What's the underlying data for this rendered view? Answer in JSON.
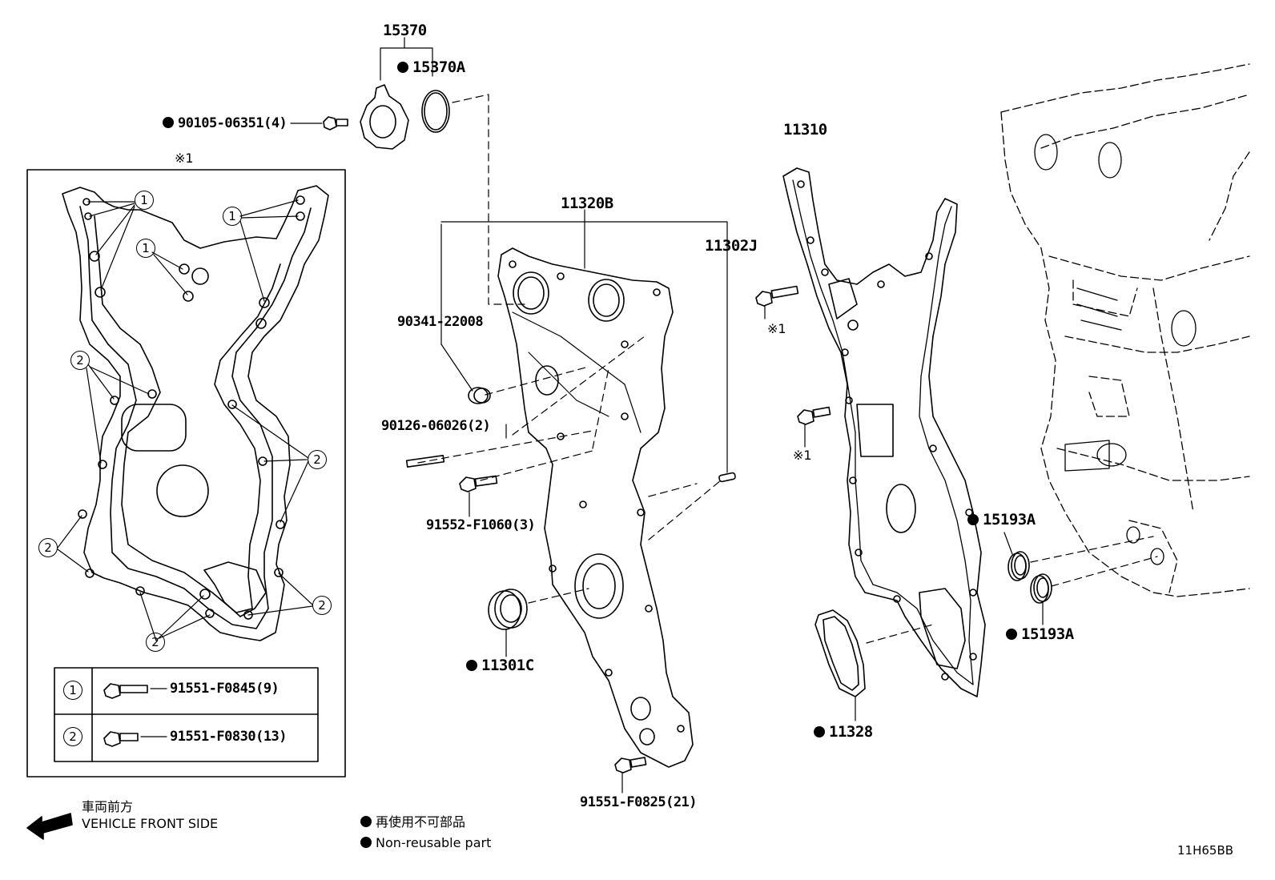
{
  "labels": {
    "p15370": "15370",
    "p15370A": "15370A",
    "p90105": "90105-06351(4)",
    "note1_top": "※1",
    "p11320B": "11320B",
    "p11302J": "11302J",
    "p90341": "90341-22008",
    "p90126": "90126-06026(2)",
    "p91552": "91552-F1060(3)",
    "p11301C": "11301C",
    "p91551_F0825": "91551-F0825(21)",
    "p11310": "11310",
    "note1_a": "※1",
    "note1_b": "※1",
    "p15193A_top": "15193A",
    "p15193A_bot": "15193A",
    "p11328": "11328"
  },
  "inset": {
    "callout_1": "1",
    "callout_2": "2",
    "table": [
      {
        "key": "1",
        "part": "91551-F0845(9)"
      },
      {
        "key": "2",
        "part": "91551-F0830(13)"
      }
    ]
  },
  "legend": {
    "front_jp": "車両前方",
    "front_en": "VEHICLE FRONT SIDE",
    "nonreuse_jp": "再使用不可部品",
    "nonreuse_en": "Non-reusable part"
  },
  "figure_id": "11H65BB"
}
